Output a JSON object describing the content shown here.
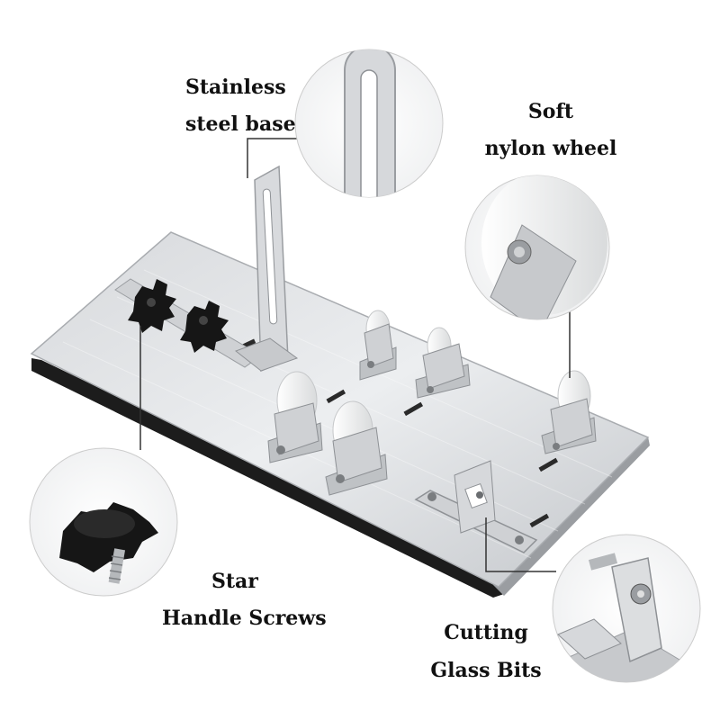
{
  "callouts": {
    "stainless_base": {
      "line1": "Stainless",
      "line2": "steel base"
    },
    "nylon_wheel": {
      "line1": "Soft",
      "line2": "nylon wheel"
    },
    "star_screws": {
      "line1": "Star",
      "line2": "Handle Screws"
    },
    "cutting_bits": {
      "line1": "Cutting",
      "line2": "Glass Bits"
    }
  },
  "colors": {
    "steel_light": "#e6e7e9",
    "steel_mid": "#c7c9cc",
    "steel_dark": "#8e9195",
    "rubber": "#1c1c1c",
    "nylon": "#f4f4f2",
    "knob": "#161616",
    "callout_line": "#333333"
  }
}
